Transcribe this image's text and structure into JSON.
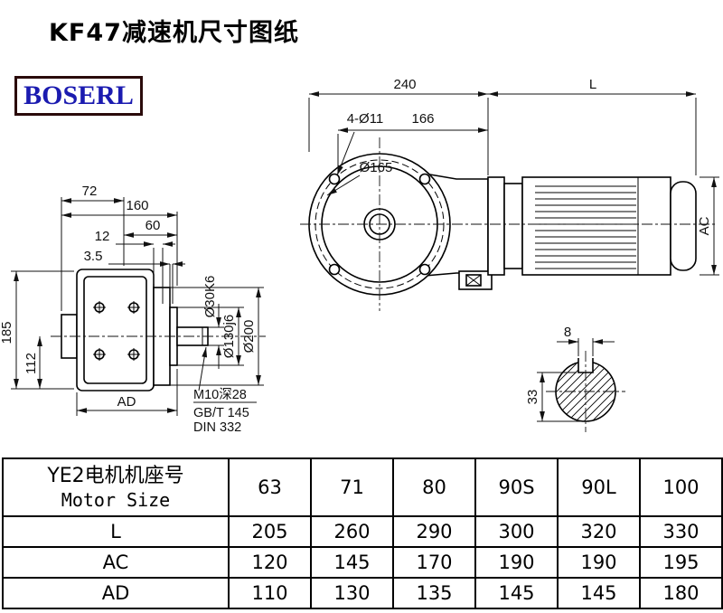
{
  "page": {
    "title": "KF47减速机尺寸图纸"
  },
  "logo": {
    "text": "BOSERL"
  },
  "drawing": {
    "front": {
      "dim240": "240",
      "dimL": "L",
      "holes": "4-Ø11",
      "dim166": "166",
      "flange": "Ø165",
      "ac": "AC"
    },
    "side": {
      "d72": "72",
      "d160": "160",
      "d60": "60",
      "d12": "12",
      "d35": "3.5",
      "shaft": "Ø30K6",
      "spigot": "Ø130j6",
      "flangeOd": "Ø200",
      "d185": "185",
      "d112": "112",
      "ad": "AD",
      "tap": "M10深28",
      "gb": "GB/T 145",
      "din": "DIN 332"
    },
    "section": {
      "key": "8",
      "d33": "33"
    }
  },
  "table": {
    "header_cn": "YE2电机机座号",
    "header_en": "Motor Size",
    "sizes": [
      "63",
      "71",
      "80",
      "90S",
      "90L",
      "100"
    ],
    "rows": [
      {
        "label": "L",
        "values": [
          "205",
          "260",
          "290",
          "300",
          "320",
          "330"
        ]
      },
      {
        "label": "AC",
        "values": [
          "120",
          "145",
          "170",
          "190",
          "190",
          "195"
        ]
      },
      {
        "label": "AD",
        "values": [
          "110",
          "130",
          "135",
          "145",
          "145",
          "180"
        ]
      }
    ]
  }
}
